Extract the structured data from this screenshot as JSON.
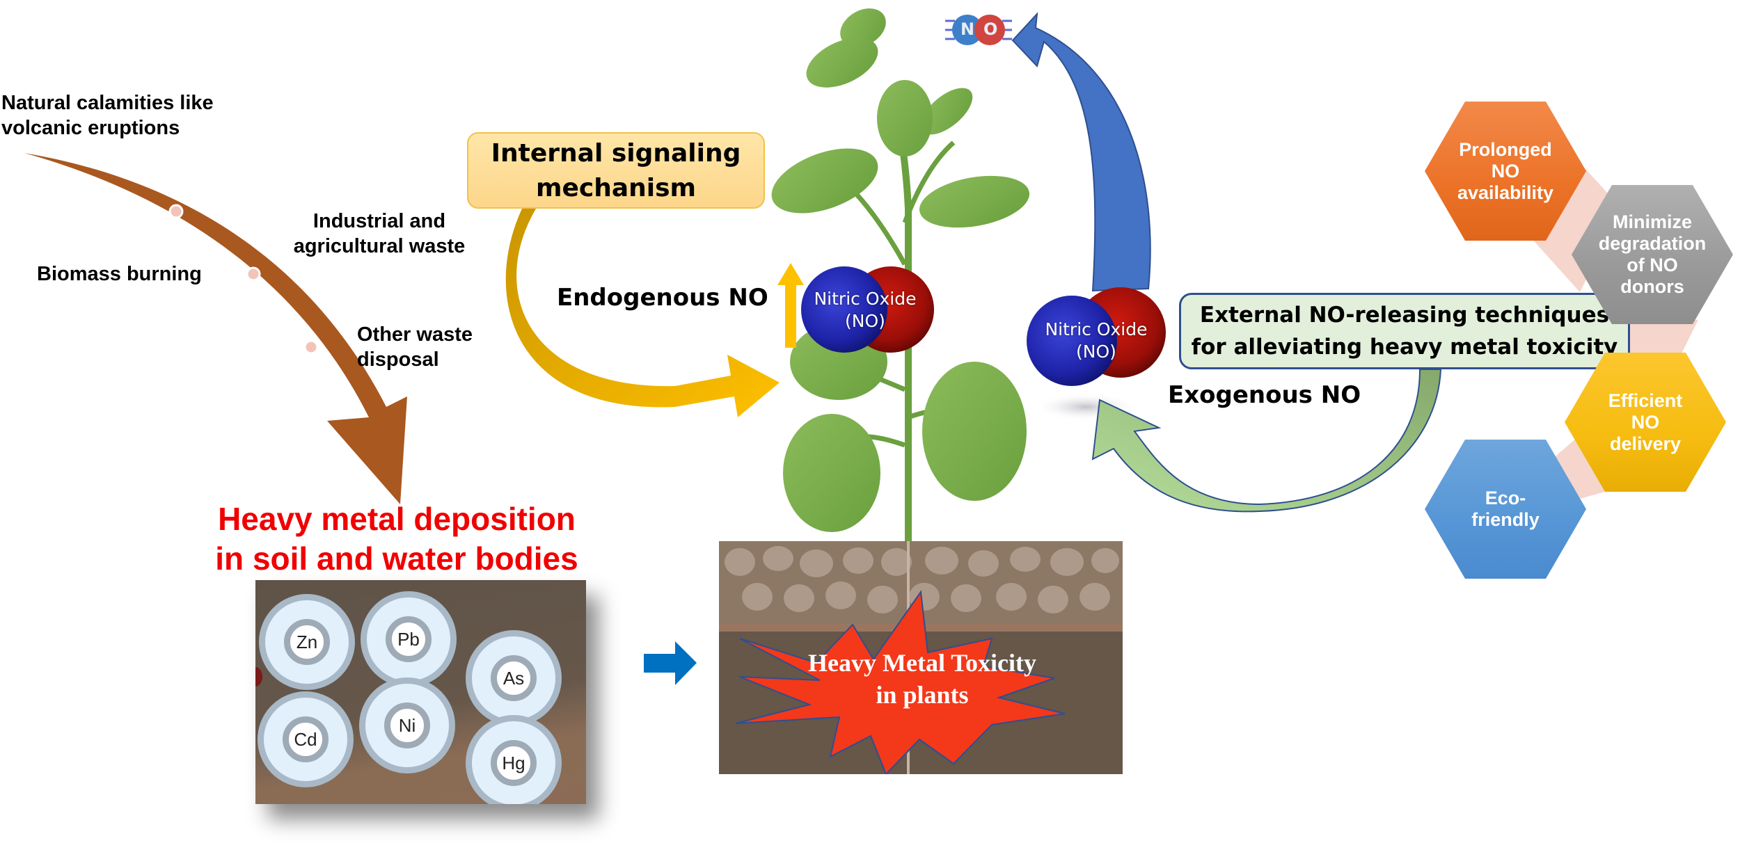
{
  "sources": {
    "natural": "Natural calamities like volcanic eruptions",
    "natural_line1": "Natural calamities like",
    "natural_line2": "volcanic eruptions",
    "biomass": "Biomass burning",
    "industrial_line1": "Industrial and",
    "industrial_line2": "agricultural waste",
    "other_line1": "Other waste",
    "other_line2": "disposal"
  },
  "deposition": {
    "title_line1": "Heavy metal deposition",
    "title_line2": "in soil and water bodies",
    "metals": [
      "Zn",
      "Pb",
      "As",
      "Cd",
      "Ni",
      "Hg"
    ]
  },
  "toxicity": {
    "line1": "Heavy Metal Toxicity",
    "line2": "in plants"
  },
  "endogenous": {
    "box_line1": "Internal signaling",
    "box_line2": "mechanism",
    "label": "Endogenous NO",
    "molecule_line1": "Nitric Oxide",
    "molecule_line2": "(NO)"
  },
  "exogenous": {
    "box_line1": "External NO-releasing techniques",
    "box_line2": "for alleviating heavy metal toxicity",
    "label": "Exogenous NO",
    "molecule_line1": "Nitric Oxide",
    "molecule_line2": "(NO)",
    "small_molecule_n": "N",
    "small_molecule_o": "O"
  },
  "features": [
    {
      "label": "Prolonged NO availability",
      "lines": [
        "Prolonged",
        "NO",
        "availability"
      ],
      "color": "#ec7227"
    },
    {
      "label": "Minimize degradation of NO donors",
      "lines": [
        "Minimize",
        "degradation",
        "of NO",
        "donors"
      ],
      "color": "#999999"
    },
    {
      "label": "Efficient NO delivery",
      "lines": [
        "Efficient",
        "NO",
        "delivery"
      ],
      "color": "#f6bc10"
    },
    {
      "label": "Eco-friendly",
      "lines": [
        "Eco-",
        "friendly"
      ],
      "color": "#5696d6"
    }
  ],
  "colors": {
    "source_arrow": "#a9581f",
    "title_red": "#f00000",
    "endogenous_arrow": "#ffc000",
    "exogenous_arrow": "#a9d18e",
    "return_arrow": "#4472c4",
    "flow_arrow": "#0070c0",
    "starburst": "#f4381a"
  }
}
